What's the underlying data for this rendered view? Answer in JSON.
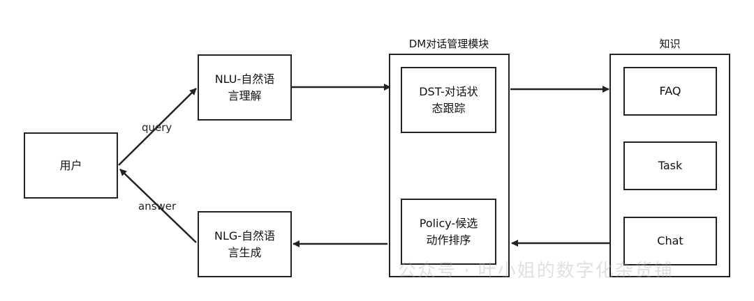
{
  "nodes": {
    "user": "用户",
    "nlu": [
      "NLU-自然语",
      "言理解"
    ],
    "nlg": [
      "NLG-自然语",
      "言生成"
    ],
    "dm_title": "DM对话管理模块",
    "dst": [
      "DST-对话状",
      "态跟踪"
    ],
    "policy": [
      "Policy-候选",
      "动作排序"
    ],
    "knowledge_title": "知识",
    "faq": "FAQ",
    "task": "Task",
    "chat": "Chat"
  },
  "edges": {
    "query": "query",
    "answer": "answer"
  },
  "watermark": "公众号 · 叶小姐的数字化杂货铺"
}
